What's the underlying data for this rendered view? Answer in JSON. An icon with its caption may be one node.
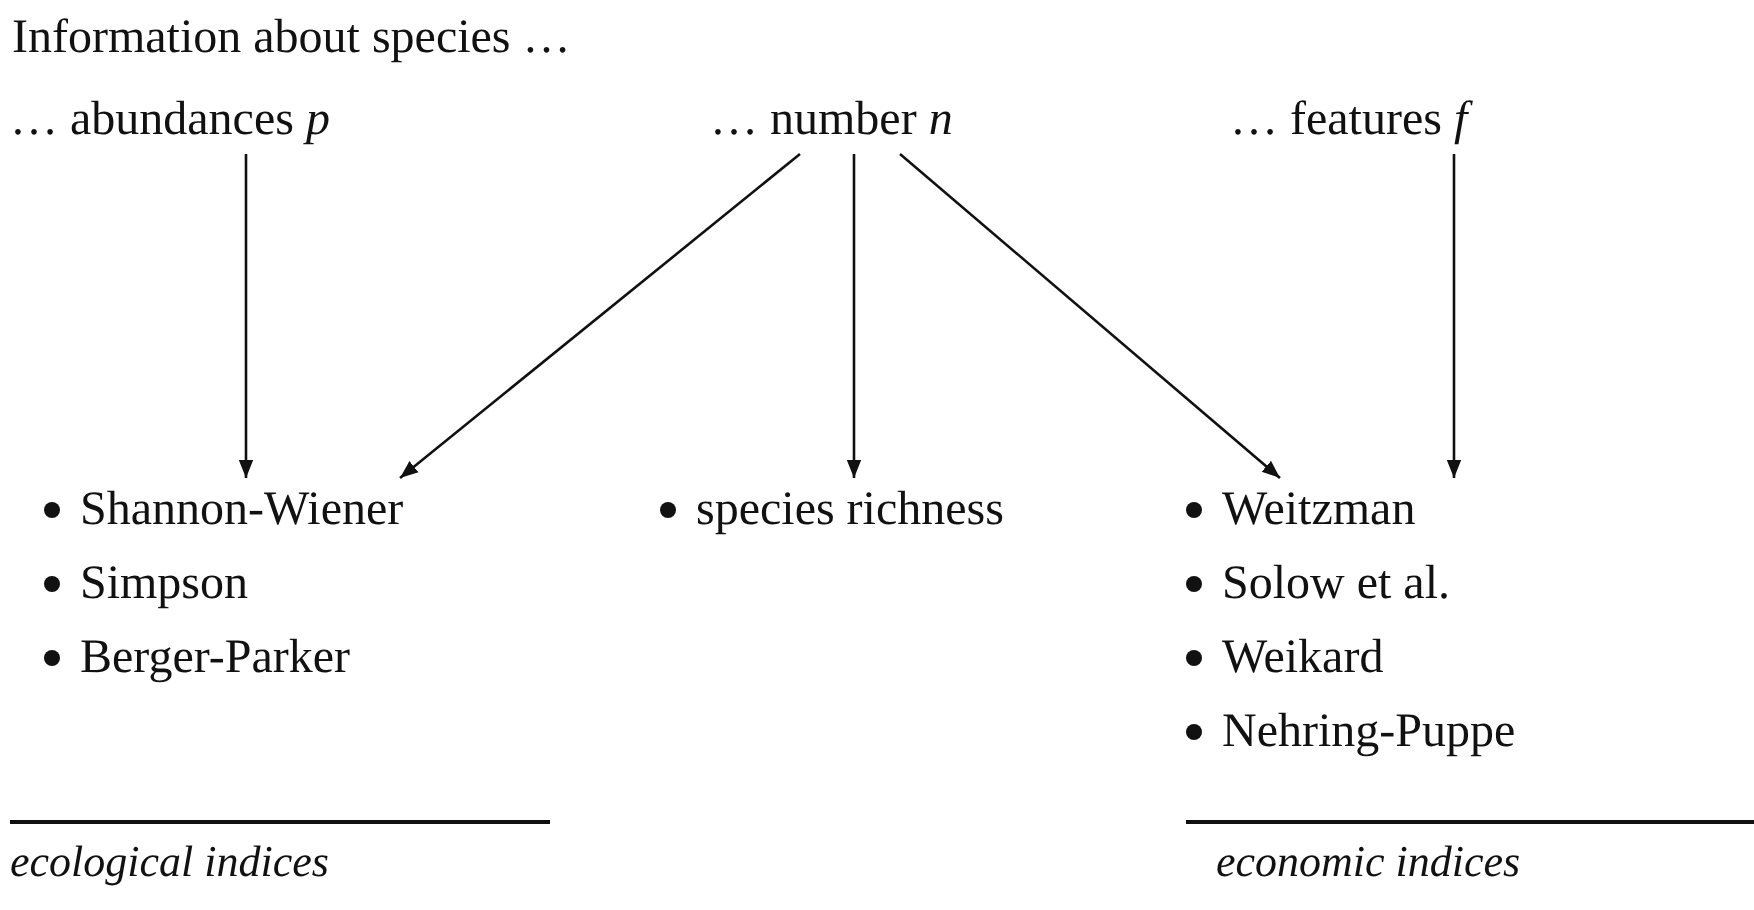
{
  "diagram": {
    "title": "Information about species …",
    "nodes": [
      {
        "text": [
          "… abundances *p*"
        ]
      },
      {
        "text": [
          "… number *n*"
        ]
      },
      {
        "text": [
          "… features *f*"
        ]
      },
      {
        "text": [
          "Shannon-Wiener",
          "Simpson",
          "Berger-Parker"
        ],
        "beside": [
          "ecological indices"
        ]
      },
      {
        "text": [
          "species richness"
        ]
      },
      {
        "text": [
          "Weitzman",
          "Solow et al.",
          "Weikard",
          "Nehring-Puppe"
        ],
        "beside": [
          "economic indices"
        ]
      }
    ],
    "edges": [
      {
        "from": 0,
        "to": 3,
        "arrow": "to"
      },
      {
        "from": 1,
        "to": 3,
        "arrow": "to"
      },
      {
        "from": 1,
        "to": 4,
        "arrow": "to"
      },
      {
        "from": 1,
        "to": 5,
        "arrow": "to"
      },
      {
        "from": 2,
        "to": 5,
        "arrow": "to"
      }
    ]
  }
}
